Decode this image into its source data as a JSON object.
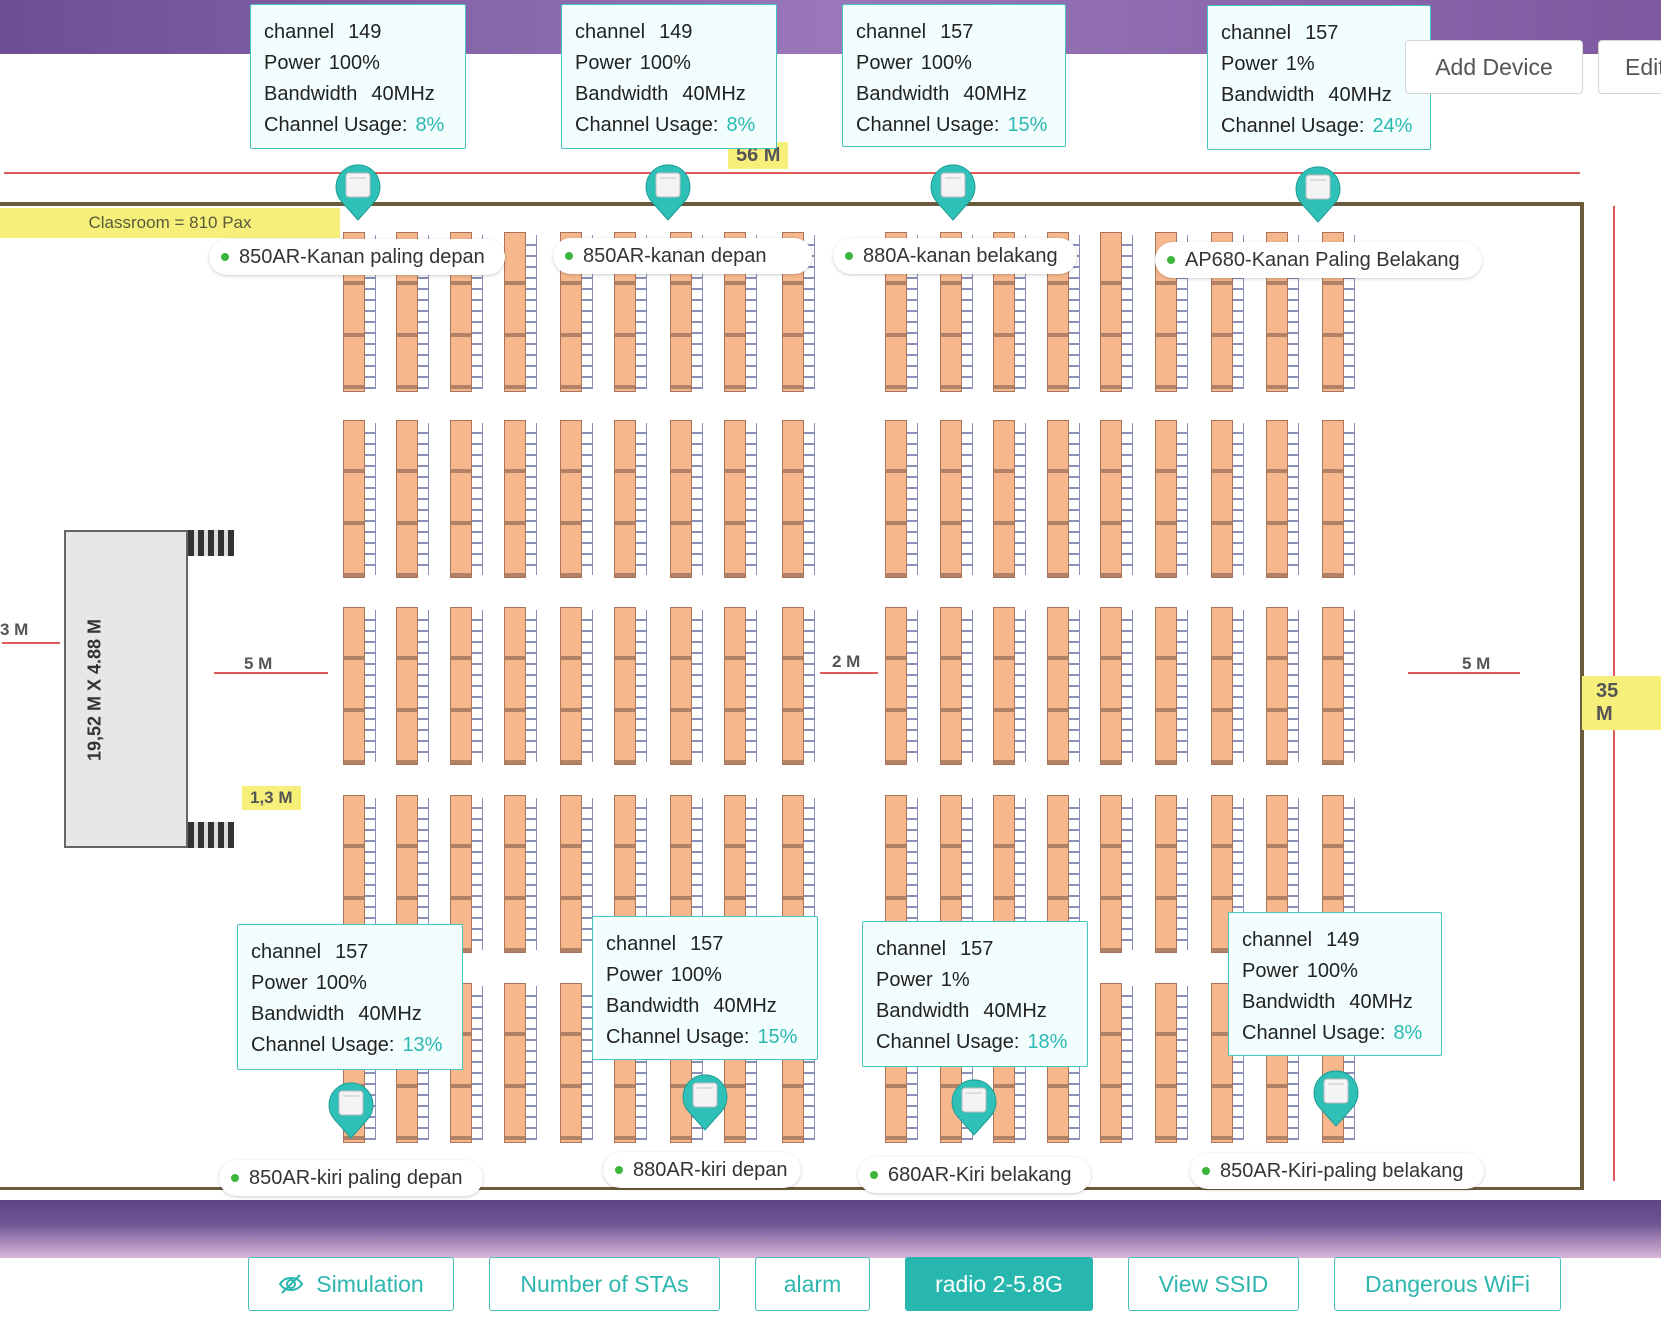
{
  "floorplan": {
    "room_label": "Classroom = 810 Pax",
    "width_dim": "56 M",
    "height_dim": "35 M",
    "stage_size": "19,52 M X 4.88 M",
    "left_gap": "3 M",
    "stage_gap": "5 M",
    "aisle_gap": "2 M",
    "right_gap": "5 M",
    "step_gap": "1,3 M"
  },
  "toolbar": {
    "add_device": "Add Device",
    "edit": "Edit"
  },
  "labels": {
    "channel": "channel",
    "power": "Power",
    "bandwidth": "Bandwidth",
    "usage": "Channel Usage:"
  },
  "access_points": [
    {
      "name": "850AR-Kanan paling depan",
      "channel": "149",
      "power": "100%",
      "bandwidth": "40MHz",
      "usage": "8%"
    },
    {
      "name": "850AR-kanan depan",
      "channel": "149",
      "power": "100%",
      "bandwidth": "40MHz",
      "usage": "8%"
    },
    {
      "name": "880A-kanan belakang",
      "channel": "157",
      "power": "100%",
      "bandwidth": "40MHz",
      "usage": "15%"
    },
    {
      "name": "AP680-Kanan Paling Belakang",
      "channel": "157",
      "power": "1%",
      "bandwidth": "40MHz",
      "usage": "24%"
    },
    {
      "name": "850AR-kiri paling depan",
      "channel": "157",
      "power": "100%",
      "bandwidth": "40MHz",
      "usage": "13%"
    },
    {
      "name": "880AR-kiri depan",
      "channel": "157",
      "power": "100%",
      "bandwidth": "40MHz",
      "usage": "15%"
    },
    {
      "name": "680AR-Kiri belakang",
      "channel": "157",
      "power": "1%",
      "bandwidth": "40MHz",
      "usage": "18%"
    },
    {
      "name": "850AR-Kiri-paling belakang",
      "channel": "149",
      "power": "100%",
      "bandwidth": "40MHz",
      "usage": "8%"
    }
  ],
  "bottom_bar": {
    "simulation": "Simulation",
    "stas": "Number of STAs",
    "alarm": "alarm",
    "radio": "radio 2-5.8G",
    "ssid": "View SSID",
    "dangerous": "Dangerous WiFi"
  },
  "colors": {
    "accent": "#28b7ae",
    "band": "#6d4e93",
    "seat": "#f6b78c"
  }
}
